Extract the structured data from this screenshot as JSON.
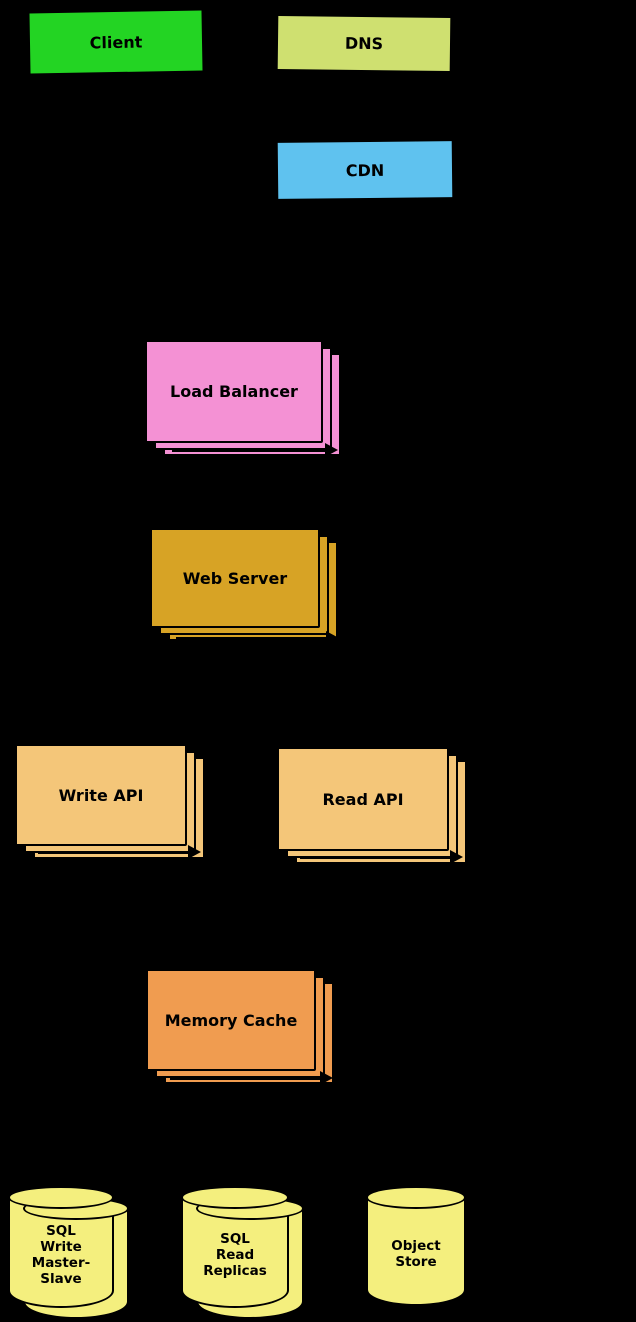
{
  "diagram": {
    "background_color": "#000000",
    "nodes": [
      {
        "id": "client",
        "label": "Client",
        "color": "#23d423",
        "shape": "box",
        "stacked": false
      },
      {
        "id": "dns",
        "label": "DNS",
        "color": "#cfe070",
        "shape": "box",
        "stacked": false
      },
      {
        "id": "cdn",
        "label": "CDN",
        "color": "#5fc2ef",
        "shape": "box",
        "stacked": false
      },
      {
        "id": "load-balancer",
        "label": "Load Balancer",
        "color": "#f491d4",
        "shape": "box",
        "stacked": true
      },
      {
        "id": "web-server",
        "label": "Web Server",
        "color": "#d7a325",
        "shape": "box",
        "stacked": true
      },
      {
        "id": "write-api",
        "label": "Write API",
        "color": "#f4c679",
        "shape": "box",
        "stacked": true
      },
      {
        "id": "read-api",
        "label": "Read API",
        "color": "#f4c679",
        "shape": "box",
        "stacked": true
      },
      {
        "id": "memory-cache",
        "label": "Memory Cache",
        "color": "#f09c50",
        "shape": "box",
        "stacked": true
      },
      {
        "id": "sql-write-master-slave",
        "label": "SQL\nWrite\nMaster-\nSlave",
        "color": "#f4ef7e",
        "shape": "cylinder",
        "stacked": true
      },
      {
        "id": "sql-read-replicas",
        "label": "SQL\nRead\nReplicas",
        "color": "#f4ef7e",
        "shape": "cylinder",
        "stacked": true
      },
      {
        "id": "object-store",
        "label": "Object\nStore",
        "color": "#f4ef7e",
        "shape": "cylinder",
        "stacked": false
      }
    ]
  }
}
